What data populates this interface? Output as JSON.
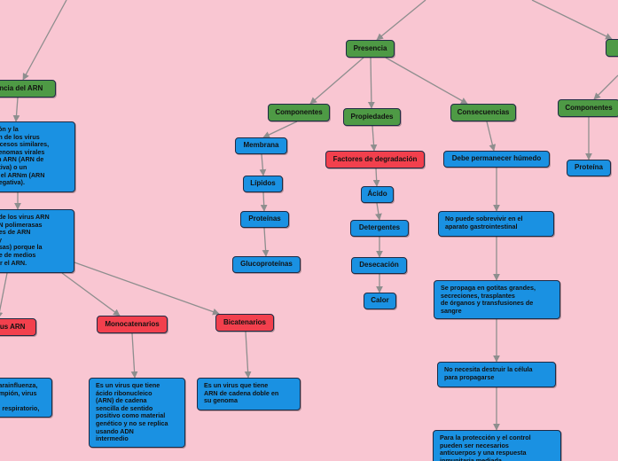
{
  "colors": {
    "background": "#f9c6d2",
    "green": "#4e9a45",
    "red": "#f2404d",
    "blue": "#1a91e2",
    "edge": "#8e8e8e"
  },
  "nodes": {
    "presencia": "Presencia",
    "componentes": "Componentes",
    "propiedades": "Propiedades",
    "consecuencias": "Consecuencias",
    "membrana": "Membrana",
    "lipidos": "Lípidos",
    "proteinas": "Proteínas",
    "glucoproteinas": "Glucoproteínas",
    "factores": "Factores de degradación",
    "acido": "Ácido",
    "detergentes": "Detergentes",
    "desecacion": "Desecación",
    "calor": "Calor",
    "humedo": "Debe permanecer húmedo",
    "sobrevivir": "No puede sobrevivir en el\naparato gastrointestinal",
    "propaga": "Se propaga en gotitas grandes,\nsecreciones, trasplantes\nde órganos y transfusiones de\nsangre",
    "destruir": "No necesita destruir la célula\npara propagarse",
    "proteccion": "Para la protección y el control\npueden ser necesarios\nanticuerpos y una respuesta\ninmunitaria mediada",
    "componentes_right": "Componentes",
    "proteina": "Proteína",
    "ausencia_arn": "encia del ARN",
    "replicacion": "ación y la\nción de los virus\nprocesos similares,\ns genomas virales\nr un ARN (ARN de\nositiva) o un\nara el ARNm (ARN\no negativa).",
    "genoma": "na de los virus ARN\nARN polimerasas\nentes de ARN\nas y\nptasas) porque la\nrece de medios\nlicar el ARN.",
    "virus_arn": "irus ARN",
    "monocatenarios": "Monocatenarios",
    "bicatenarios": "Bicatenarios",
    "parainfluenza": "s parainfluenza,\narampión, virus de\ndial respiratorio,",
    "mono_desc": "Es un virus que tiene\nácido ribonucleico\n(ARN) de cadena\nsencilla de sentido\npositivo como material\ngenético y no se replica\nusando ADN\nintermedio",
    "bi_desc": "Es un virus que tiene\nARN de cadena doble en\nsu genoma"
  }
}
